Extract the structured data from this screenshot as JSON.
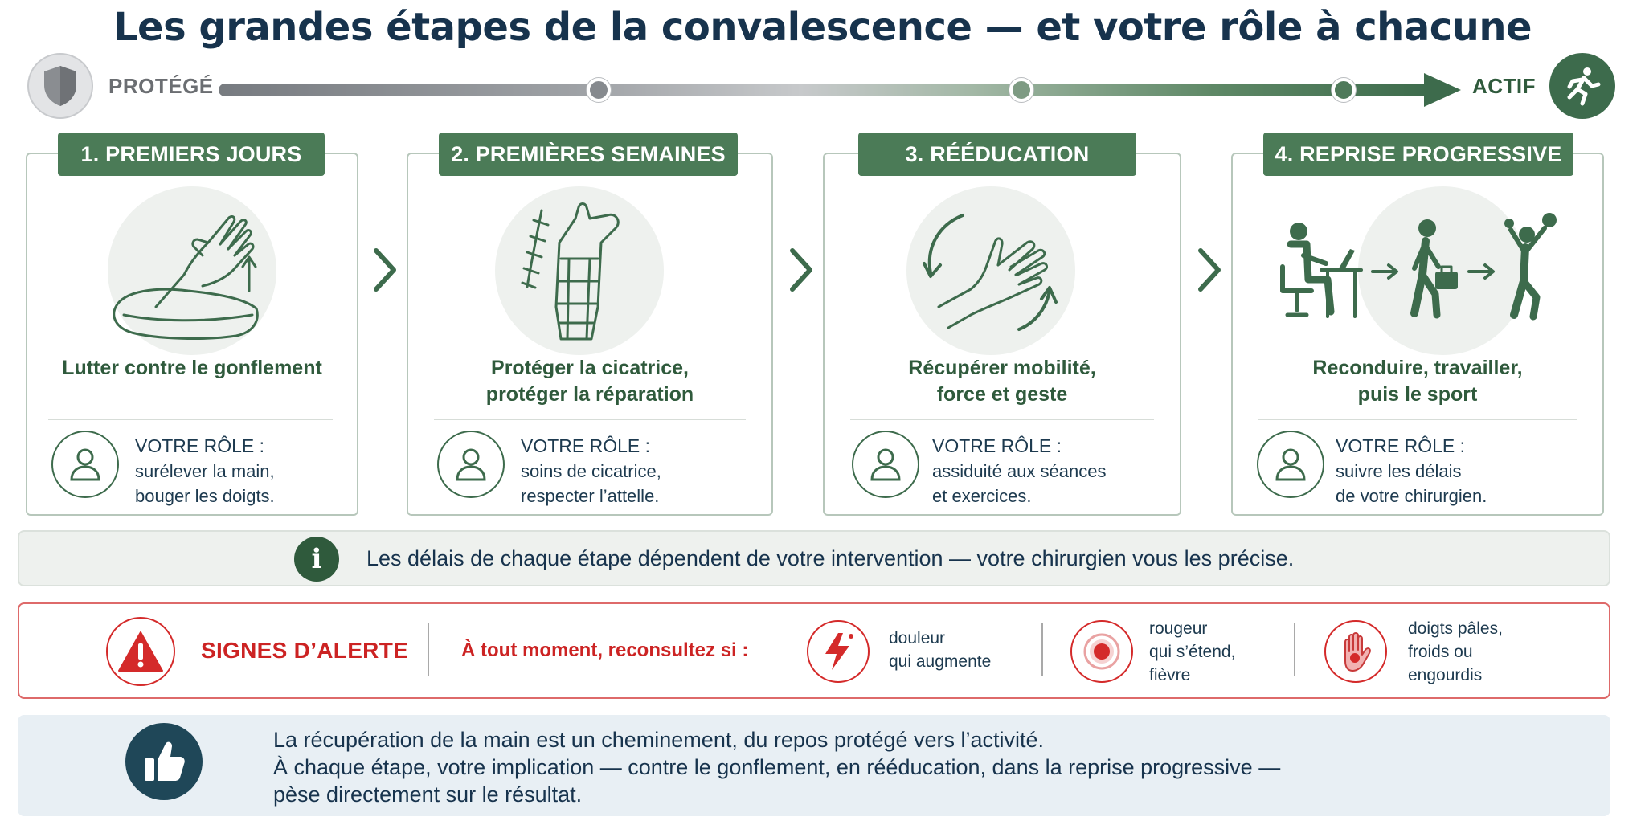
{
  "title": "Les grandes étapes de la convalescence — et votre rôle à chacune",
  "progress": {
    "start_label": "PROTÉGÉ",
    "end_label": "ACTIF",
    "start_icon": "shield-icon",
    "end_icon": "running-person-icon"
  },
  "stages": [
    {
      "header": "1. PREMIERS JOURS",
      "icon": "elevated-hand-on-pillow-icon",
      "line1": "Lutter contre le gonflement",
      "line2": "",
      "role_title": "VOTRE RÔLE :",
      "role_line1": "surélever la main,",
      "role_line2": "bouger les doigts."
    },
    {
      "header": "2. PREMIÈRES SEMAINES",
      "icon": "splint-and-stitches-icon",
      "line1": "Protéger la cicatrice,",
      "line2": "protéger la réparation",
      "role_title": "VOTRE RÔLE :",
      "role_line1": "soins de cicatrice,",
      "role_line2": "respecter l’attelle."
    },
    {
      "header": "3. RÉÉDUCATION",
      "icon": "hand-rotation-icon",
      "line1": "Récupérer mobilité,",
      "line2": "force et geste",
      "role_title": "VOTRE RÔLE :",
      "role_line1": "assiduité aux séances",
      "role_line2": "et exercices."
    },
    {
      "header": "4. REPRISE PROGRESSIVE",
      "icon": "desk-walk-sport-icon",
      "line1": "Reconduire, travailler,",
      "line2": "puis le sport",
      "role_title": "VOTRE RÔLE :",
      "role_line1": "suivre les délais",
      "role_line2": "de votre chirurgien."
    }
  ],
  "info": {
    "icon": "info-icon",
    "text": "Les délais de chaque étape dépendent de votre intervention — votre chirurgien vous les précise."
  },
  "alert": {
    "icon": "warning-icon",
    "title": "SIGNES D’ALERTE",
    "subtitle": "À tout moment, reconsultez si :",
    "signs": [
      {
        "icon": "lightning-pain-icon",
        "line1": "douleur",
        "line2": "qui augmente",
        "line3": ""
      },
      {
        "icon": "redness-target-icon",
        "line1": "rougeur",
        "line2": "qui s’étend,",
        "line3": "fièvre"
      },
      {
        "icon": "pale-hand-icon",
        "line1": "doigts pâles,",
        "line2": "froids ou",
        "line3": "engourdis"
      }
    ]
  },
  "bottom": {
    "icon": "thumbs-up-icon",
    "line1": "La récupération de la main est un cheminement, du repos protégé vers l’activité.",
    "line2": "À chaque étape, votre implication — contre le gonflement, en rééducation, dans la reprise progressive —",
    "line3": "pèse directement sur le résultat."
  },
  "colors": {
    "green_dark": "#2f5a3c",
    "green_header": "#4b7b57",
    "alert_red": "#cc2323",
    "navy": "#17334d"
  }
}
